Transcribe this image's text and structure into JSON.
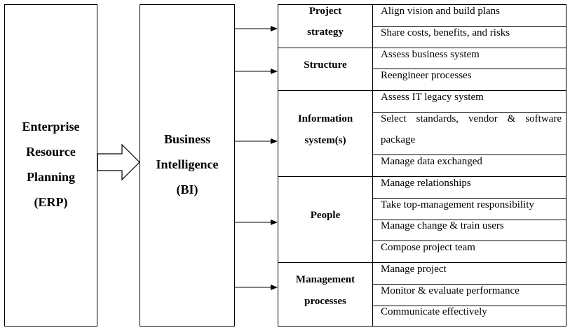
{
  "erp_box": {
    "lines": [
      "Enterprise",
      "Resource",
      "Planning",
      "(ERP)"
    ]
  },
  "bi_box": {
    "lines": [
      "Business",
      "Intelligence",
      "(BI)"
    ]
  },
  "categories": [
    {
      "label_lines": [
        "Project",
        "strategy"
      ],
      "items": [
        "Align vision and build plans",
        "Share costs, benefits, and risks"
      ]
    },
    {
      "label_lines": [
        "Structure"
      ],
      "items": [
        "Assess business system",
        "Reengineer processes"
      ]
    },
    {
      "label_lines": [
        "Information",
        "system(s)"
      ],
      "items": [
        "Assess IT legacy system",
        "Select standards, vendor & software package",
        "Manage data exchanged"
      ]
    },
    {
      "label_lines": [
        "People"
      ],
      "items": [
        "Manage relationships",
        "Take top-management responsibility",
        "Manage change & train users",
        "Compose project team"
      ]
    },
    {
      "label_lines": [
        "Management",
        "processes"
      ],
      "items": [
        "Manage project",
        "Monitor & evaluate performance",
        "Communicate effectively"
      ]
    }
  ]
}
